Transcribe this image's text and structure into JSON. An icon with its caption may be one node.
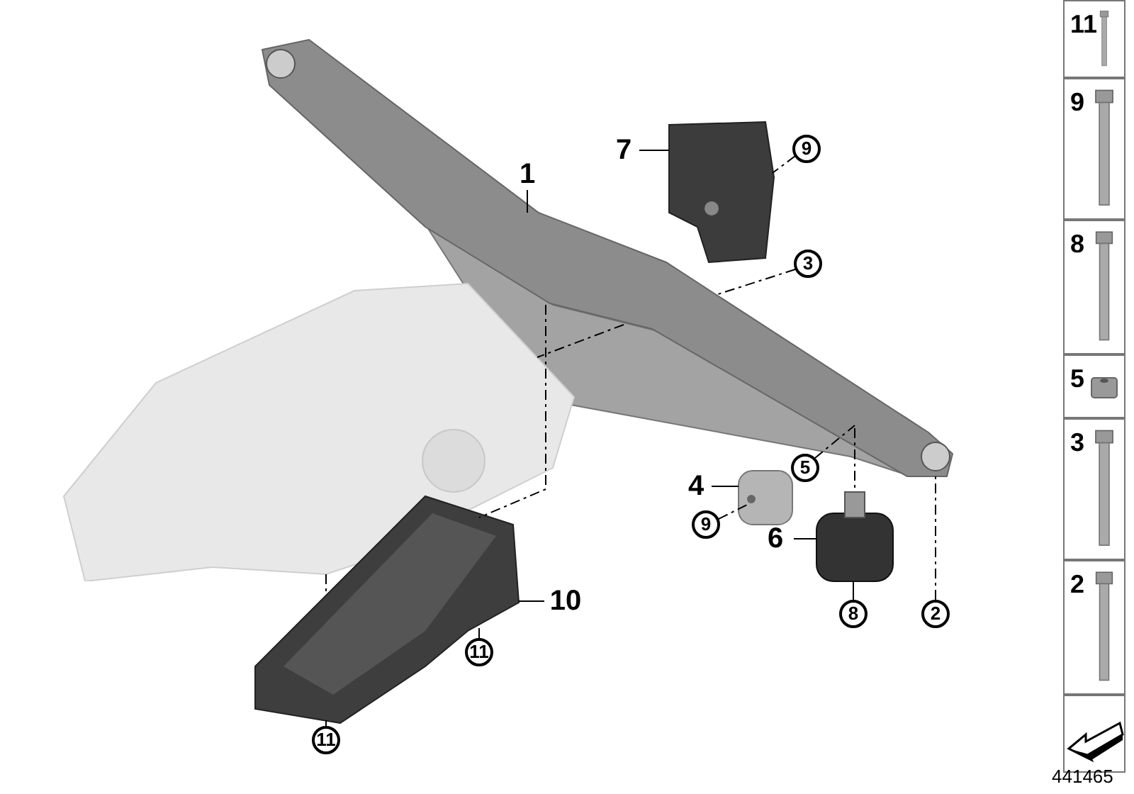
{
  "diagram": {
    "nodes": [
      {
        "text": [],
        "shape": "picture"
      },
      {
        "text": [],
        "shape": "picture"
      },
      {
        "text": [],
        "shape": "picture"
      },
      {
        "text": [],
        "shape": "picture"
      },
      {
        "text": [],
        "shape": "picture"
      },
      {
        "text": [],
        "shape": "picture"
      },
      {
        "text": [
          "1"
        ]
      },
      {
        "text": [
          "7"
        ]
      },
      {
        "text": [
          "9"
        ]
      },
      {
        "text": [
          "3"
        ]
      },
      {
        "text": [
          "4"
        ]
      },
      {
        "text": [
          "5"
        ]
      },
      {
        "text": [
          "9"
        ]
      },
      {
        "text": [
          "6"
        ]
      },
      {
        "text": [
          "8"
        ]
      },
      {
        "text": [
          "2"
        ]
      },
      {
        "text": [
          "10"
        ]
      },
      {
        "text": [
          "11"
        ]
      },
      {
        "text": [
          "11"
        ]
      },
      {
        "text": [
          "11"
        ]
      },
      {
        "text": [
          "9"
        ]
      },
      {
        "text": [
          "8"
        ]
      },
      {
        "text": [
          "5"
        ]
      },
      {
        "text": [
          "3"
        ]
      },
      {
        "text": [
          "2"
        ]
      },
      {
        "text": [],
        "shape": "box"
      }
    ],
    "edges": [
      {
        "from": 6,
        "to": 0,
        "arrow": "none"
      },
      {
        "from": 7,
        "to": 1,
        "arrow": "none"
      },
      {
        "from": 8,
        "to": 1,
        "arrow": "none",
        "style": "dashed"
      },
      {
        "from": 9,
        "to": 0,
        "arrow": "none",
        "style": "dashed"
      },
      {
        "from": 10,
        "to": 2,
        "arrow": "none"
      },
      {
        "from": 11,
        "to": 0,
        "arrow": "none",
        "style": "dashed"
      },
      {
        "from": 12,
        "to": 2,
        "arrow": "none",
        "style": "dashed"
      },
      {
        "from": 13,
        "to": 3,
        "arrow": "none"
      },
      {
        "from": 14,
        "to": 3,
        "arrow": "none"
      },
      {
        "from": 15,
        "to": 0,
        "arrow": "none",
        "style": "dashed"
      },
      {
        "from": 16,
        "to": 4,
        "arrow": "none"
      },
      {
        "from": 17,
        "to": 4,
        "arrow": "none",
        "style": "dashed"
      },
      {
        "from": 18,
        "to": 4,
        "arrow": "none",
        "style": "dashed"
      },
      {
        "from": 0,
        "to": 3,
        "arrow": "none",
        "style": "dashed"
      },
      {
        "from": 0,
        "to": 4,
        "arrow": "none",
        "style": "dashed"
      },
      {
        "from": 0,
        "to": 5,
        "arrow": "none",
        "style": "dashed"
      },
      {
        "from": 5,
        "to": 4,
        "arrow": "none",
        "style": "dashed"
      }
    ],
    "labels": [
      "441465"
    ]
  }
}
